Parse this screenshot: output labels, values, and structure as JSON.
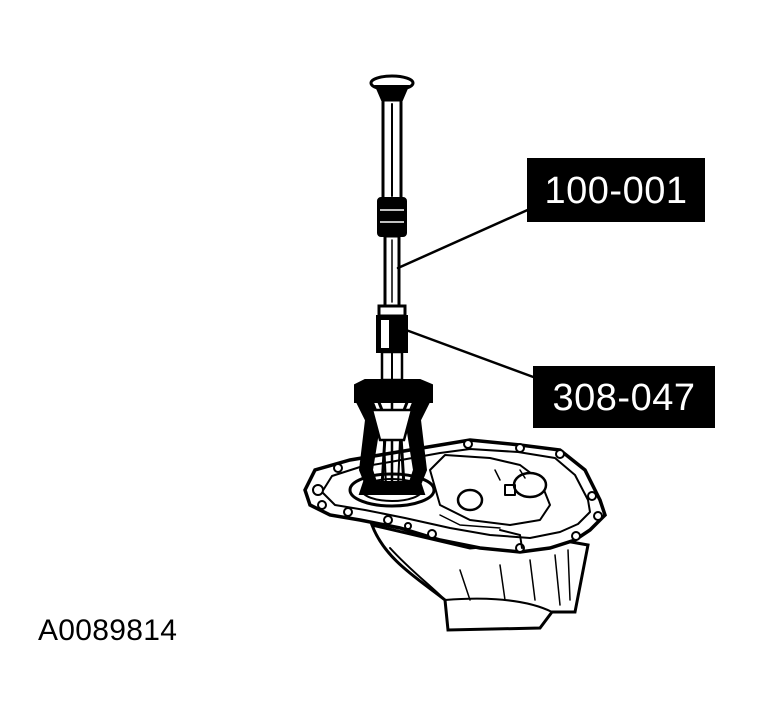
{
  "callouts": [
    {
      "id": "tool-100-001",
      "label": "100-001"
    },
    {
      "id": "tool-308-047",
      "label": "308-047"
    }
  ],
  "figure_id": "A0089814",
  "colors": {
    "ink": "#000000",
    "paper": "#ffffff"
  }
}
